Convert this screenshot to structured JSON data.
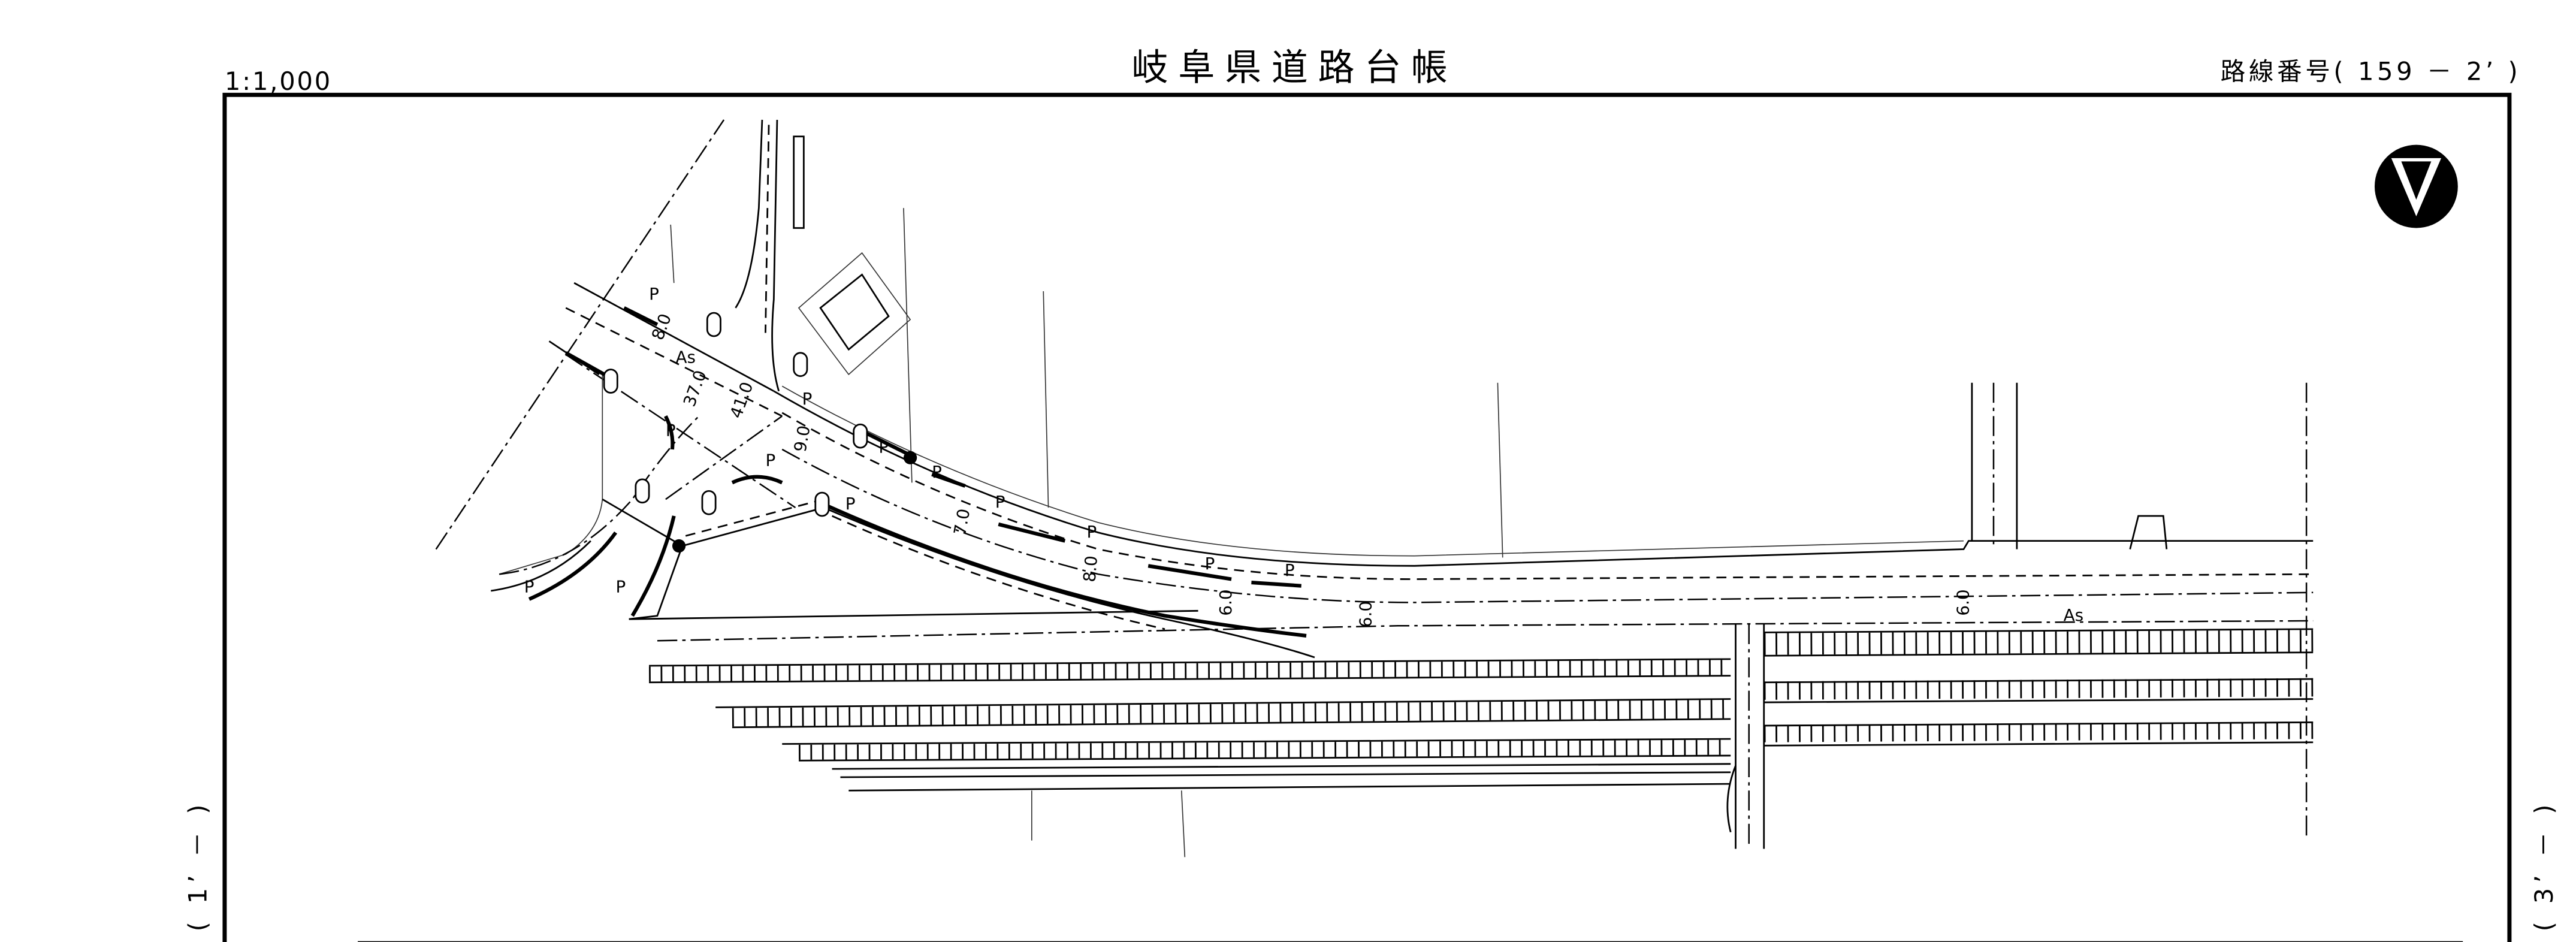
{
  "header": {
    "scale": "1:1,000",
    "title": "岐阜県道路台帳",
    "route_number": "路線番号( 159 － 2’ )"
  },
  "side_labels": {
    "left": "( 1’ － )",
    "right": "( 3’ － )"
  },
  "map": {
    "north_icon": "north-arrow-icon",
    "labels": {
      "as_1": "As",
      "as_2": "As",
      "w_8a": "8.0",
      "w_37": "37.0",
      "w_41": "41.0",
      "w_9": "9.0",
      "w_7": "7.0",
      "w_8b": "8.0",
      "w_6a": "6.0",
      "w_6b": "6.0",
      "w_6c": "6.0",
      "p": "P"
    }
  }
}
